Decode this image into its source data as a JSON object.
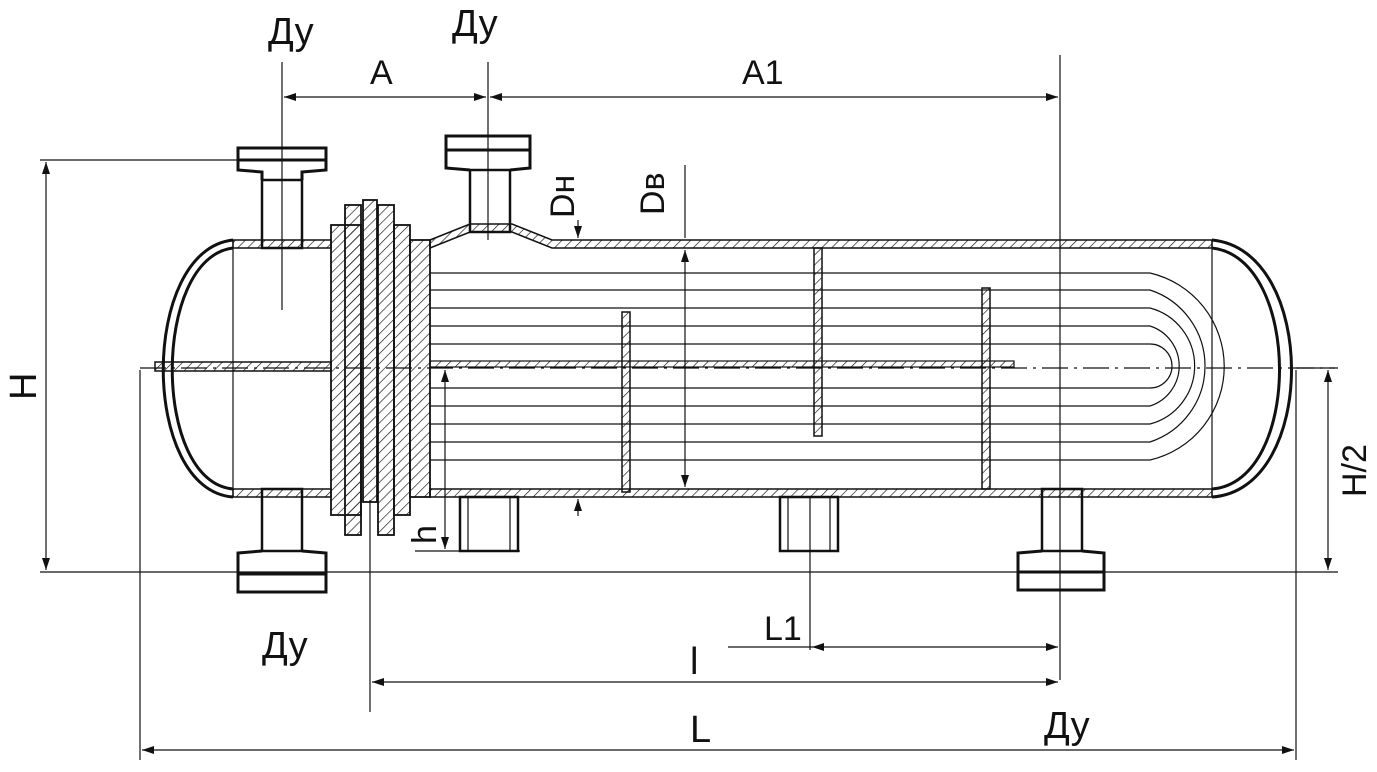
{
  "labels": {
    "du_top_left": "Ду",
    "du_top_center": "Ду",
    "du_bottom_left": "Ду",
    "du_bottom_right": "Ду",
    "dim_a": "A",
    "dim_a1": "A1",
    "dim_dn": "Dн",
    "dim_dv": "Dв",
    "dim_h_total": "H",
    "dim_h_half": "H/2",
    "dim_h_small": "h",
    "dim_l1": "L1",
    "dim_l_small": "l",
    "dim_l_total": "L"
  }
}
